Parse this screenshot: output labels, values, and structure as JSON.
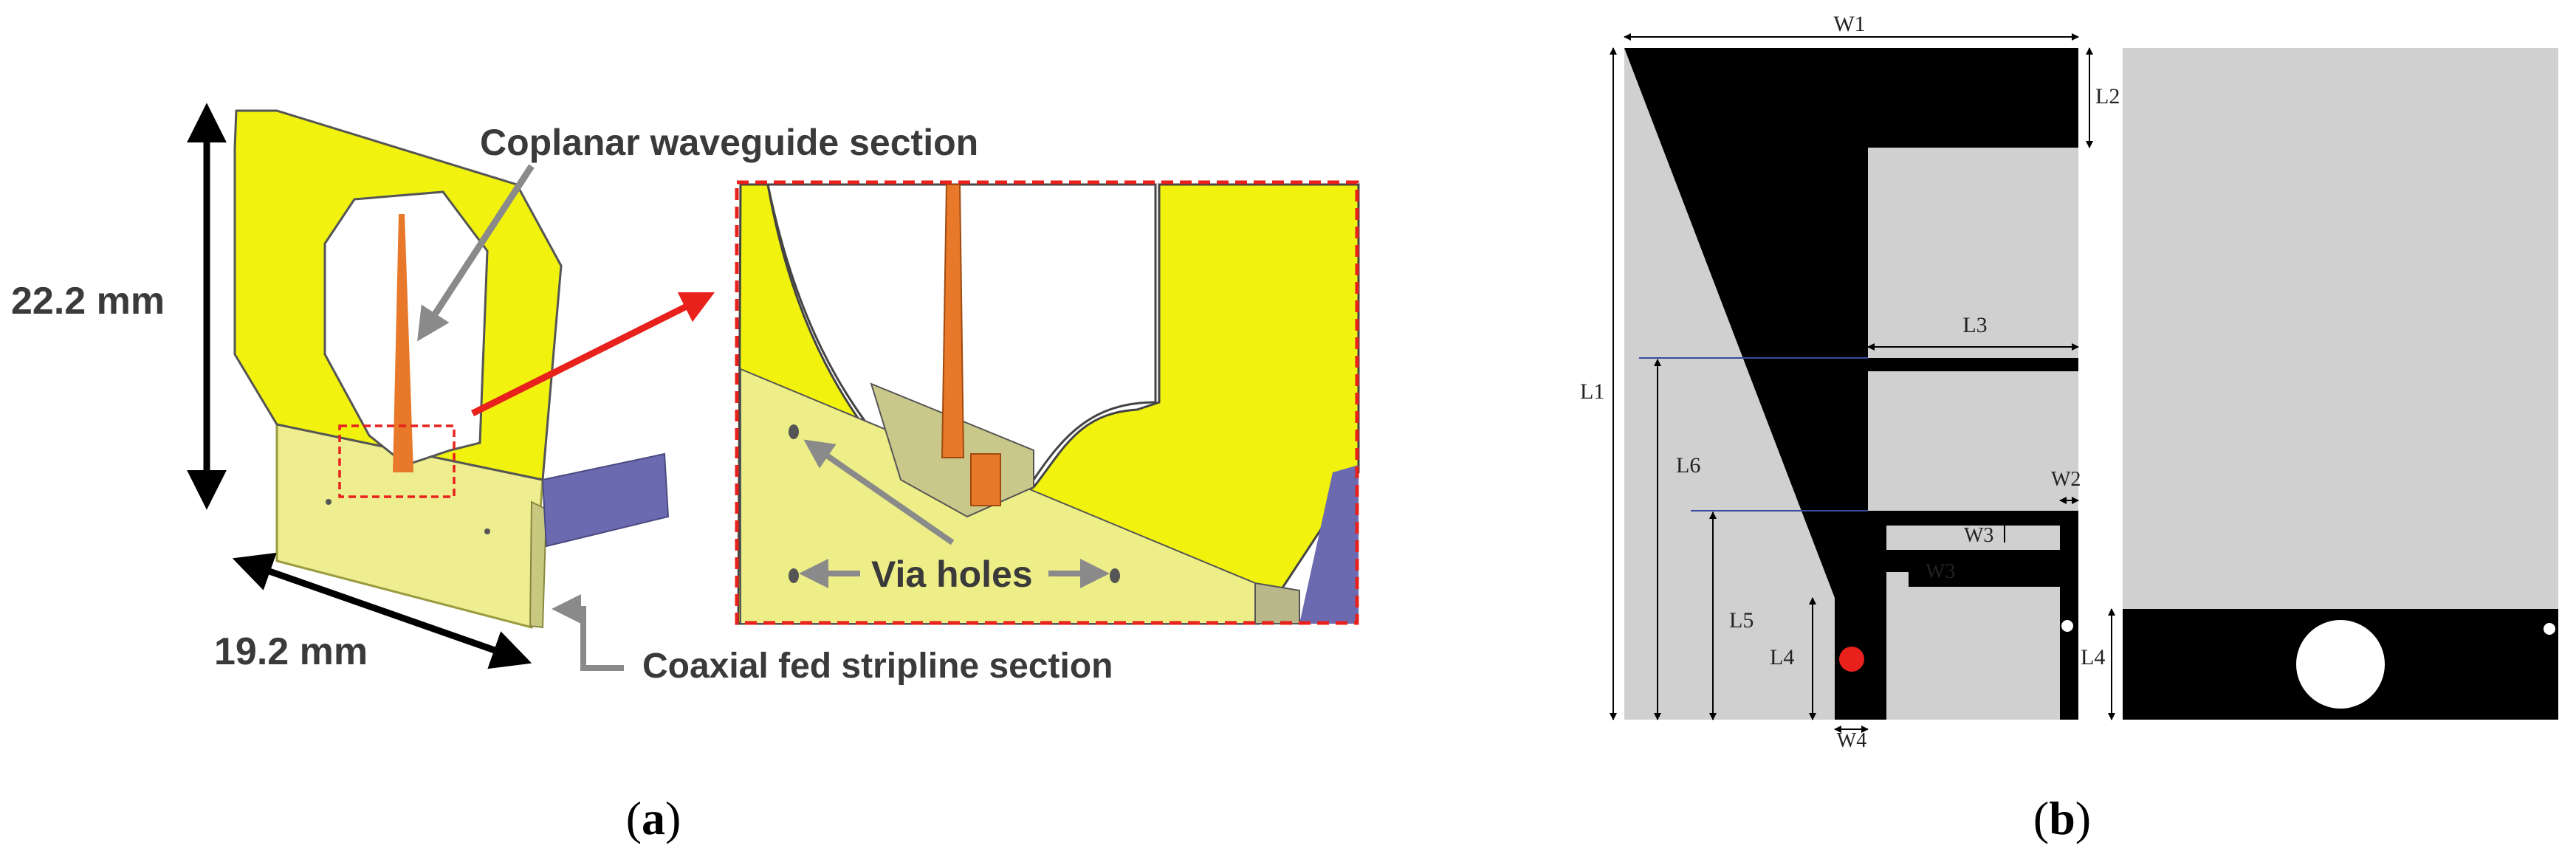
{
  "panel_a": {
    "dim_height": "22.2 mm",
    "dim_width": "19.2 mm",
    "label_cpw": "Coplanar waveguide section",
    "label_via": "Via holes",
    "label_stripline": "Coaxial fed stripline section",
    "caption_letter": "a"
  },
  "panel_b": {
    "W1": "W1",
    "L2": "L2",
    "L3": "L3",
    "L1": "L1",
    "L6": "L6",
    "W2": "W2",
    "W3a": "W3",
    "W3b": "W3",
    "L5": "L5",
    "L4a": "L4",
    "W4": "W4",
    "L4b": "L4",
    "caption_letter": "b"
  },
  "colors": {
    "substrate_yellow": "#f2f20f",
    "feed_orange": "#e8782a",
    "coax_purple": "#6b6ab0",
    "highlight_red": "#e8211c",
    "ground_gray": "#d0d0d0",
    "copper_black": "#000000"
  }
}
